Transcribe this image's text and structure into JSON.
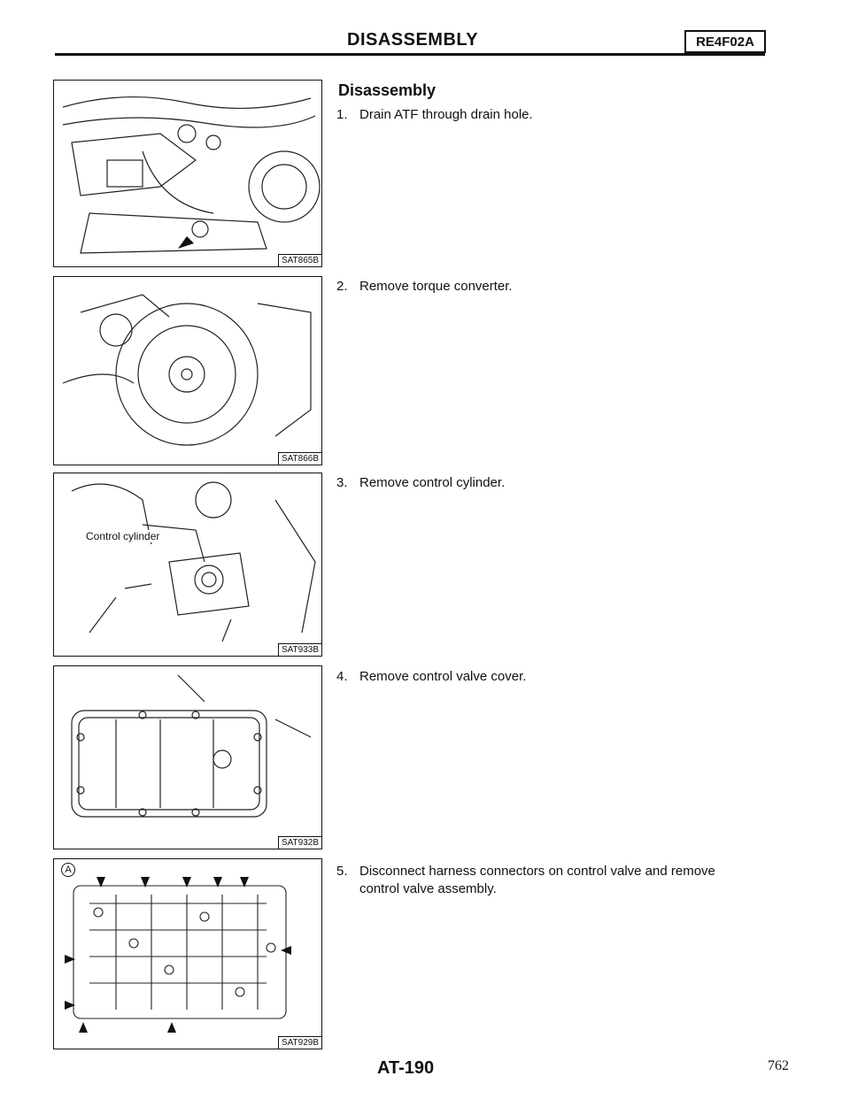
{
  "header": {
    "title": "DISASSEMBLY",
    "code": "RE4F02A"
  },
  "section": {
    "heading": "Disassembly"
  },
  "steps": [
    {
      "number": "1.",
      "text": "Drain ATF through drain hole."
    },
    {
      "number": "2.",
      "text": "Remove torque converter."
    },
    {
      "number": "3.",
      "text": "Remove control cylinder."
    },
    {
      "number": "4.",
      "text": "Remove control valve cover."
    },
    {
      "number": "5.",
      "text": "Disconnect harness connectors on control valve and remove control valve assembly."
    }
  ],
  "figures": [
    {
      "code": "SAT865B"
    },
    {
      "code": "SAT866B"
    },
    {
      "code": "SAT933B",
      "label": "Control cylinder"
    },
    {
      "code": "SAT932B"
    },
    {
      "code": "SAT929B",
      "label": "A"
    }
  ],
  "footer": {
    "section_code": "AT-190",
    "page_number": "762"
  }
}
